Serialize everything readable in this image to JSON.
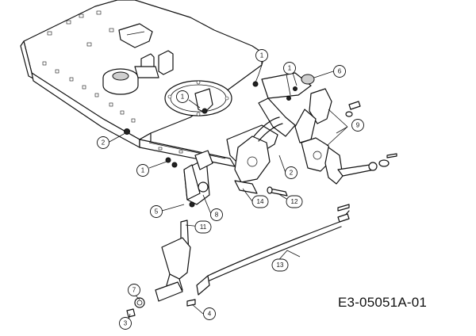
{
  "diagram_code": "E3-05051A-01",
  "callouts": [
    {
      "id": "c1a",
      "label": "1"
    },
    {
      "id": "c1b",
      "label": "1"
    },
    {
      "id": "c1c",
      "label": "1"
    },
    {
      "id": "c1d",
      "label": "1"
    },
    {
      "id": "c2a",
      "label": "2"
    },
    {
      "id": "c2b",
      "label": "2"
    },
    {
      "id": "c3",
      "label": "3"
    },
    {
      "id": "c4",
      "label": "4"
    },
    {
      "id": "c5",
      "label": "5"
    },
    {
      "id": "c6",
      "label": "6"
    },
    {
      "id": "c7",
      "label": "7"
    },
    {
      "id": "c8",
      "label": "8"
    },
    {
      "id": "c9",
      "label": "9"
    },
    {
      "id": "c11",
      "label": "11"
    },
    {
      "id": "c12",
      "label": "12"
    },
    {
      "id": "c13",
      "label": "13"
    },
    {
      "id": "c14",
      "label": "14"
    }
  ]
}
